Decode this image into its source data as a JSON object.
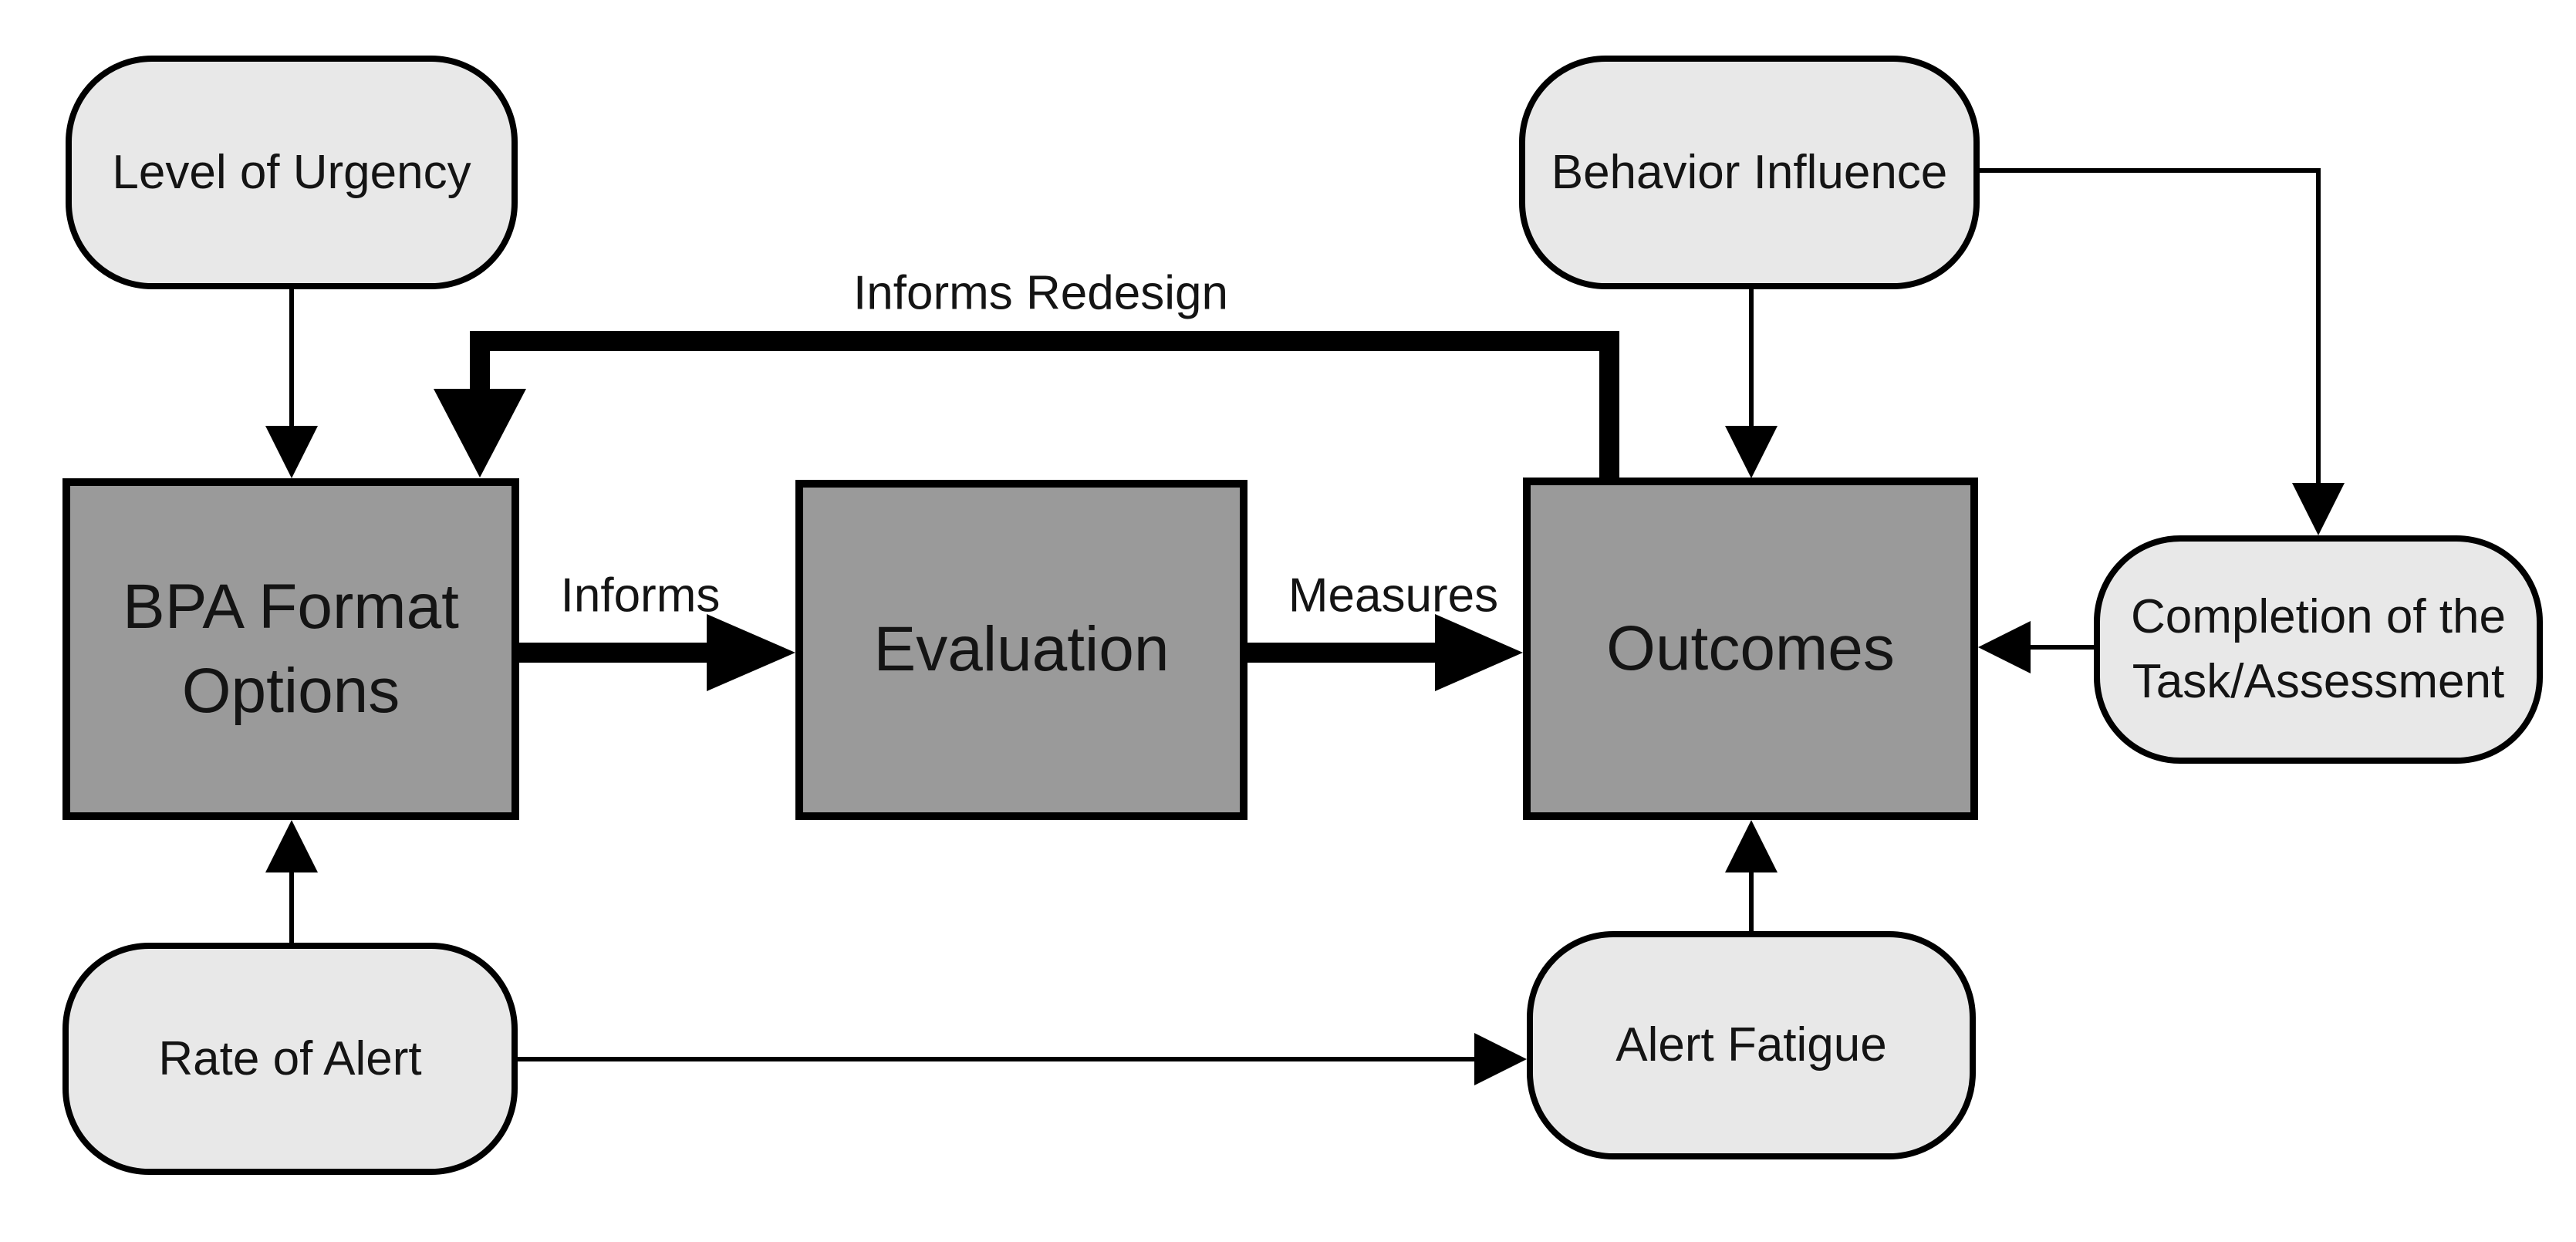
{
  "diagram": {
    "background_color": "#ffffff",
    "colors": {
      "process_box_fill": "#9a9a9a",
      "factor_bubble_fill": "#e8e8e8",
      "stroke": "#000000",
      "text": "#141414"
    },
    "nodes": {
      "level_of_urgency": {
        "label": "Level of Urgency",
        "shape": "rounded",
        "type": "factor"
      },
      "behavior_influence": {
        "label": "Behavior Influence",
        "shape": "rounded",
        "type": "factor"
      },
      "bpa_format_options": {
        "label": "BPA Format Options",
        "lines": [
          "BPA Format",
          "Options"
        ],
        "shape": "rect",
        "type": "process"
      },
      "evaluation": {
        "label": "Evaluation",
        "shape": "rect",
        "type": "process"
      },
      "outcomes": {
        "label": "Outcomes",
        "shape": "rect",
        "type": "process"
      },
      "completion_of_task": {
        "label": "Completion of the Task/Assessment",
        "lines": [
          "Completion of the",
          "Task/Assessment"
        ],
        "shape": "rounded",
        "type": "factor"
      },
      "rate_of_alert": {
        "label": "Rate of Alert",
        "shape": "rounded",
        "type": "factor"
      },
      "alert_fatigue": {
        "label": "Alert Fatigue",
        "shape": "rounded",
        "type": "factor"
      }
    },
    "edges": [
      {
        "from": "level_of_urgency",
        "to": "bpa_format_options",
        "label": "",
        "style": "thin"
      },
      {
        "from": "rate_of_alert",
        "to": "bpa_format_options",
        "label": "",
        "style": "thin"
      },
      {
        "from": "behavior_influence",
        "to": "outcomes",
        "label": "",
        "style": "thin"
      },
      {
        "from": "alert_fatigue",
        "to": "outcomes",
        "label": "",
        "style": "thin"
      },
      {
        "from": "rate_of_alert",
        "to": "alert_fatigue",
        "label": "",
        "style": "thin"
      },
      {
        "from": "completion_of_task",
        "to": "outcomes",
        "label": "",
        "style": "thin"
      },
      {
        "from": "behavior_influence",
        "to": "completion_of_task",
        "label": "",
        "style": "thin"
      },
      {
        "from": "bpa_format_options",
        "to": "evaluation",
        "label": "Informs",
        "style": "thick"
      },
      {
        "from": "evaluation",
        "to": "outcomes",
        "label": "Measures",
        "style": "thick"
      },
      {
        "from": "outcomes",
        "to": "bpa_format_options",
        "label": "Informs Redesign",
        "style": "thick"
      }
    ]
  }
}
